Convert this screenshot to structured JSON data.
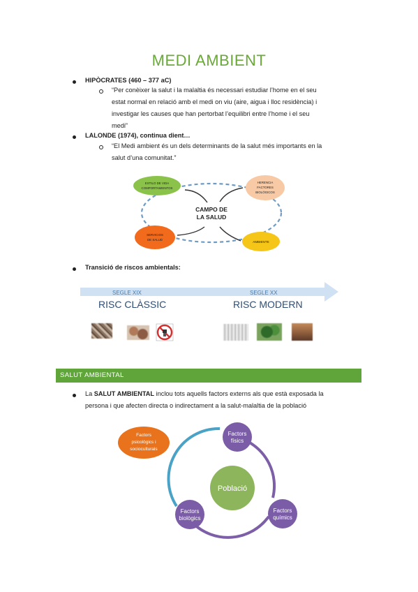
{
  "title": "MEDI AMBIENT",
  "bullets": {
    "hipocrates": {
      "heading": "HIPÒCRATES (460 – 377 aC)",
      "quote_lines": [
        "“Per conèixer la salut i la malaltia és necessari estudiar l’home en el seu",
        "estat normal en relació amb el medi on viu (aire, aigua i lloc residència) i",
        "investigar les causes que han pertorbat l’equilibri entre l’home i el seu",
        "medi”"
      ]
    },
    "lalonde": {
      "heading": "LALONDE (1974), continua dient…",
      "quote_lines": [
        "“El Medi ambient és un dels determinants de la salut més importants en la",
        "salut d’una comunitat.”"
      ]
    },
    "transicio": {
      "heading": "Transició de riscos ambientals:"
    }
  },
  "campo_salud": {
    "center_line1": "CAMPO DE",
    "center_line2": "LA SALUD",
    "nodes": {
      "estilo": {
        "line1": "ESTILO DE VIDA",
        "line2": "COMPORTAMIENTOS",
        "color": "#8bc34a"
      },
      "herencia": {
        "line1": "HERENCIA",
        "line2": "FACTORES",
        "line3": "BIOLÓGICOS",
        "color": "#f7c9a4"
      },
      "servicios": {
        "line1": "SERVICIOS",
        "line2": "DE SALUD",
        "color": "#f26b1d"
      },
      "ambiente": {
        "line1": "AMBIENTE",
        "color": "#f5c518"
      }
    }
  },
  "risk_transition": {
    "left_century": "SEGLE XIX",
    "left_label": "RISC CLÀSSIC",
    "right_century": "SEGLE XX",
    "right_label": "RISC MODERN",
    "arrow_color": "#cfe1f2"
  },
  "section_bar": {
    "label": "SALUT AMBIENTAL",
    "color": "#5fa53a"
  },
  "salut_ambiental": {
    "prefix": "La ",
    "bold": "SALUT AMBIENTAL",
    "line1_rest": " inclou tots aquells factors externs als que està exposada la",
    "line2": "persona i que afecten directa o indirectament a la salut-malaltia de la població"
  },
  "factors_diagram": {
    "center": "Població",
    "psico": {
      "line1": "Factors",
      "line2": "psicològics i",
      "line3": "socioculturals"
    },
    "fisics": {
      "line1": "Factors",
      "line2": "físics"
    },
    "quimics": {
      "line1": "Factors",
      "line2": "químics"
    },
    "biologics": {
      "line1": "Factors",
      "line2": "biològics"
    },
    "colors": {
      "center": "#8db55b",
      "node": "#7b5ca6",
      "psico": "#e8731c",
      "arc_purple": "#7d5fa8",
      "arc_blue": "#4aa3c7"
    }
  }
}
